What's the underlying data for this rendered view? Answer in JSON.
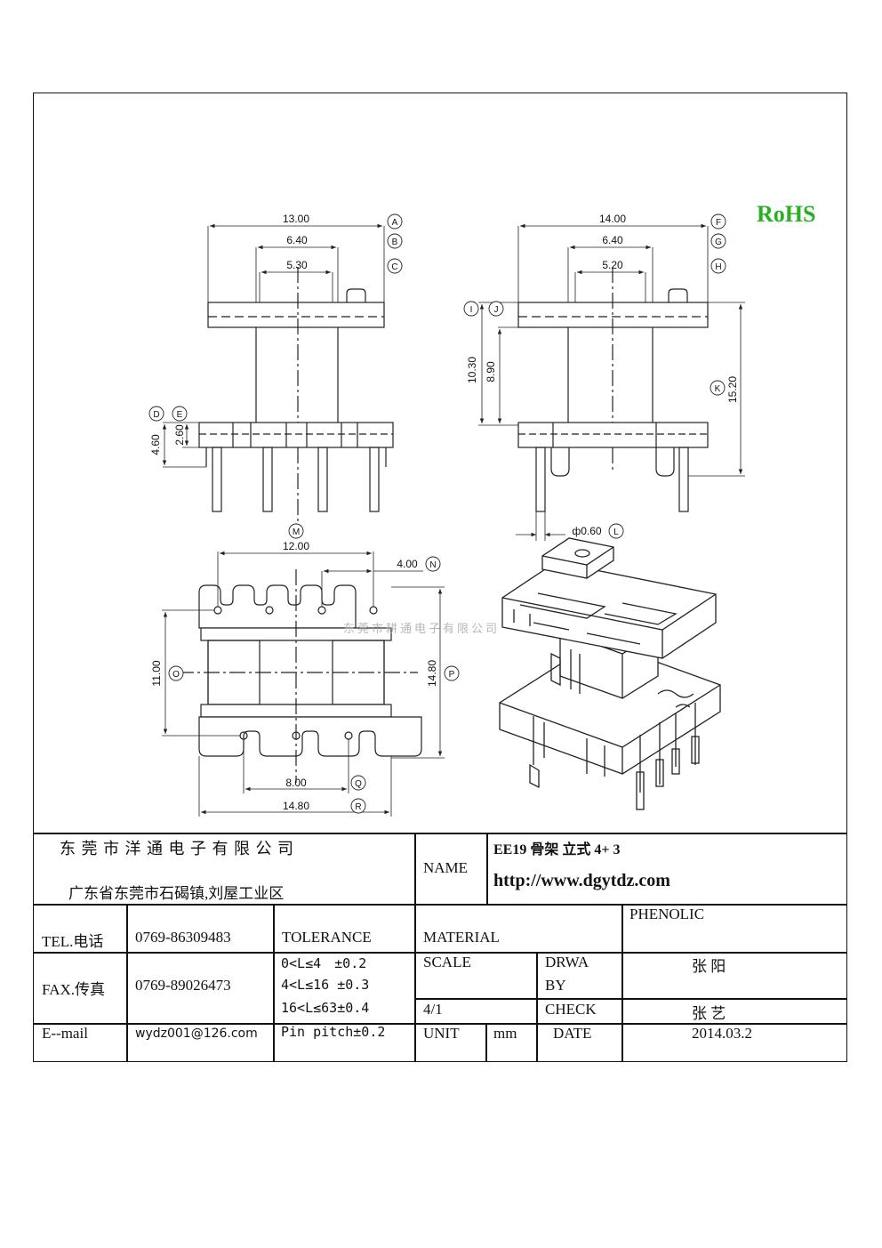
{
  "rohs": "RoHS",
  "watermark": "东莞市耕通电子有限公司",
  "drawing": {
    "labels": {
      "A": "A",
      "B": "B",
      "C": "C",
      "D": "D",
      "E": "E",
      "F": "F",
      "G": "G",
      "H": "H",
      "I": "I",
      "J": "J",
      "K": "K",
      "L": "L",
      "M": "M",
      "N": "N",
      "O": "O",
      "P": "P",
      "Q": "Q",
      "R": "R"
    },
    "dims": {
      "d1300": "13.00",
      "d640a": "6.40",
      "d530": "5.30",
      "d460": "4.60",
      "d260": "2.60",
      "d1400": "14.00",
      "d640b": "6.40",
      "d520": "5.20",
      "d1030": "10.30",
      "d890": "8.90",
      "d1520": "15.20",
      "d060": "ф0.60",
      "d1200": "12.00",
      "d400": "4.00",
      "d1100": "11.00",
      "d1480v": "14.80",
      "d800": "8.00",
      "d1480h": "14.80"
    }
  },
  "titleblock": {
    "company": "东 莞 市 洋 通 电 子 有 限 公 司",
    "address": "广东省东莞市石碣镇,刘屋工业区",
    "name_label": "NAME",
    "name_value": "EE19 骨架 立式 4+ 3",
    "url": "http://www.dgytdz.com",
    "tel_label": "TEL.电话",
    "tel_value": "0769-86309483",
    "tolerance_label": "TOLERANCE",
    "material_label": "MATERIAL",
    "material_value": "PHENOLIC",
    "fax_label": "FAX.传真",
    "fax_value": "0769-89026473",
    "tol1": "0<L≤4　±0.2",
    "tol2": "4<L≤16 ±0.3",
    "tol3": "16<L≤63±0.4",
    "tol4": "Pin pitch±0.2",
    "scale_label": "SCALE",
    "scale_value": "4/1",
    "drawn_label_1": "DRWA",
    "drawn_label_2": "BY",
    "drawn_value": "张 阳",
    "check_label": "CHECK",
    "check_value": "张 艺",
    "email_label": "E--mail",
    "email_value": "wydz001@126.com",
    "unit_label": "UNIT",
    "unit_value": "mm",
    "date_label": "DATE",
    "date_value": "2014.03.2"
  }
}
